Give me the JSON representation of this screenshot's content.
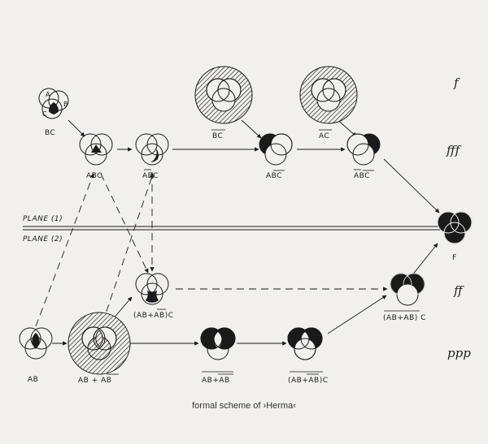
{
  "caption": "formal scheme of ›Herma‹",
  "planes": {
    "upper": "PLANE (1)",
    "lower": "PLANE (2)"
  },
  "dynamics": {
    "d1": "f",
    "d2": "fff",
    "d3": "ff",
    "d4": "ppp"
  },
  "circle_letters": {
    "a": "A",
    "b": "B",
    "c": "C"
  },
  "labels": {
    "bc": "BC",
    "abc": "ABC",
    "nabc": "ABC",
    "nbc": "BC",
    "anbc": "ABC",
    "nac": "AC",
    "nanbc": "ABC",
    "f": "F",
    "abnab_c": "(AB+AB)C",
    "ab": "AB",
    "ab_plus": "AB + AB",
    "n_ab_plus": "AB+AB",
    "abnab_c2": "(AB+AB)C",
    "n_abnab_c": "(AB+AB) C"
  },
  "colors": {
    "ink": "#1a1a1a",
    "paper": "#f1f0ec"
  }
}
